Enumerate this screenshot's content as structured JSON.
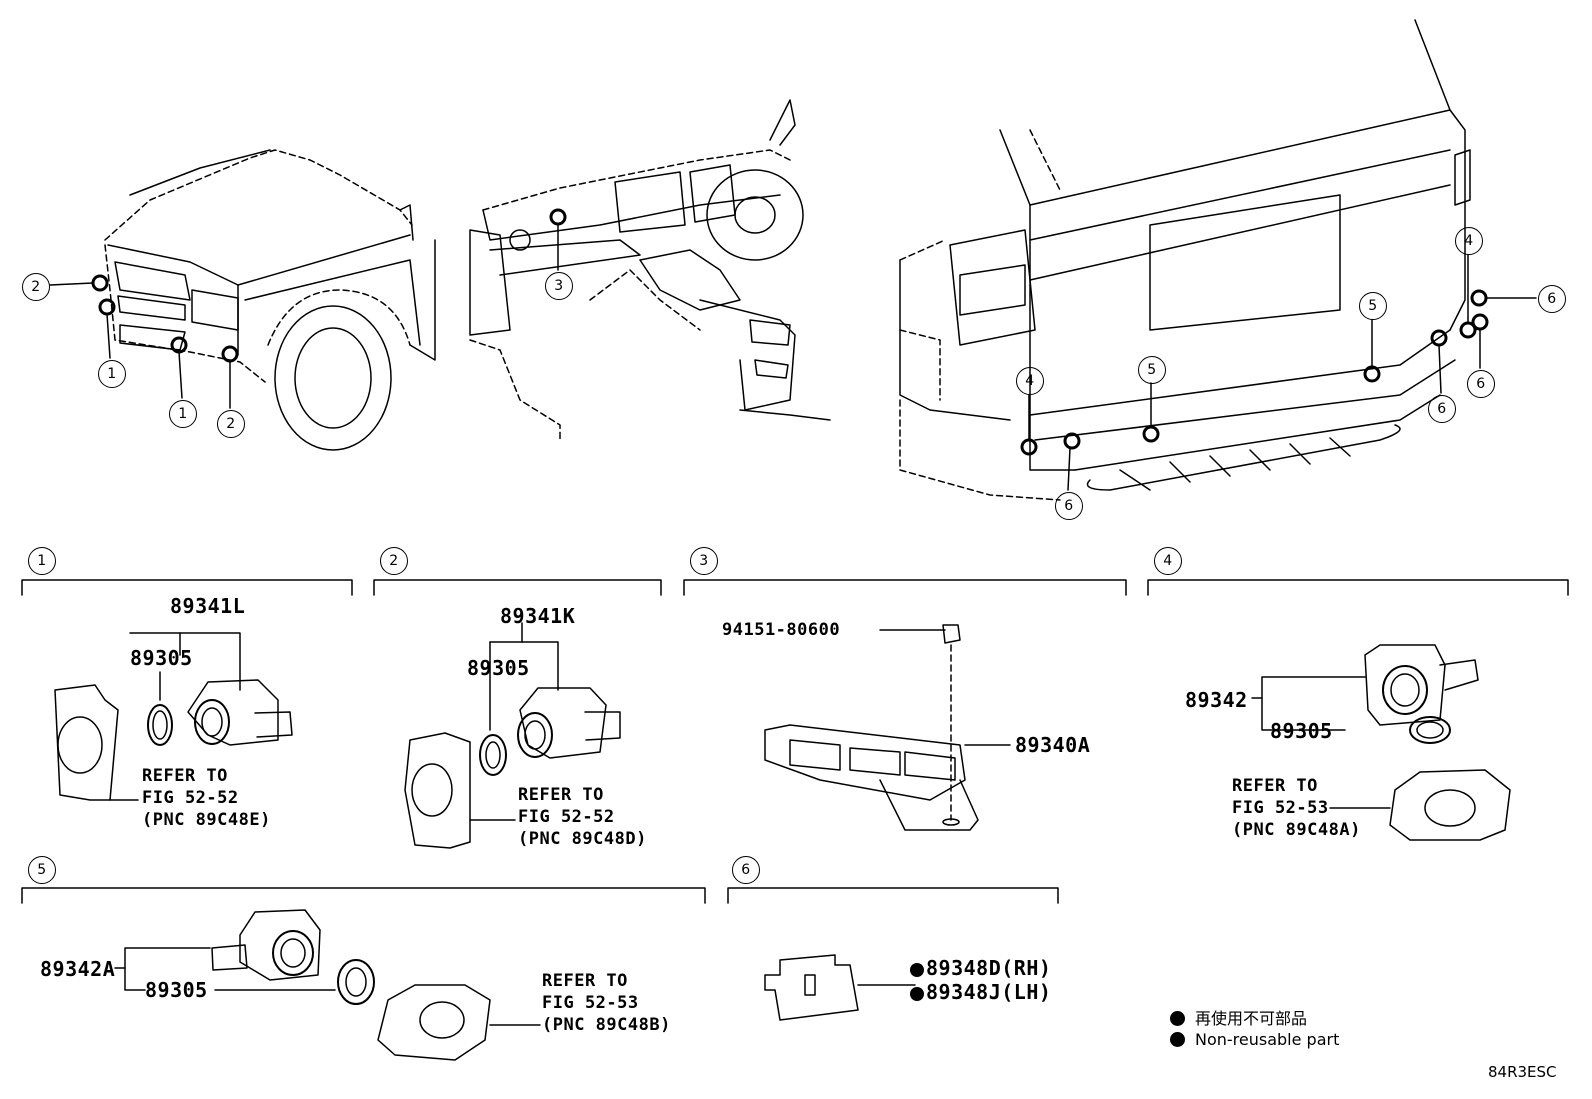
{
  "callout_numbers": [
    "1",
    "2",
    "3",
    "4",
    "5",
    "6"
  ],
  "sections": [
    {
      "id": "1",
      "main": "89341L",
      "sub": "89305",
      "refer": [
        "REFER TO",
        "FIG 52-52",
        "(PNC 89C48E)"
      ]
    },
    {
      "id": "2",
      "main": "89341K",
      "sub": "89305",
      "refer": [
        "REFER TO",
        "FIG 52-52",
        "(PNC 89C48D)"
      ]
    },
    {
      "id": "3",
      "bolt": "94151-80600",
      "main": "89340A"
    },
    {
      "id": "4",
      "main": "89342",
      "sub": "89305",
      "refer": [
        "REFER TO",
        "FIG 52-53",
        "(PNC 89C48A)"
      ]
    },
    {
      "id": "5",
      "main": "89342A",
      "sub": "89305",
      "refer": [
        "REFER TO",
        "FIG 52-53",
        "(PNC 89C48B)"
      ]
    },
    {
      "id": "6",
      "rh": "89348D(RH)",
      "lh": "89348J(LH)"
    }
  ],
  "legend": {
    "jp": "再使用不可部品",
    "en": "Non-reusable part"
  },
  "figure_code": "84R3ESC"
}
